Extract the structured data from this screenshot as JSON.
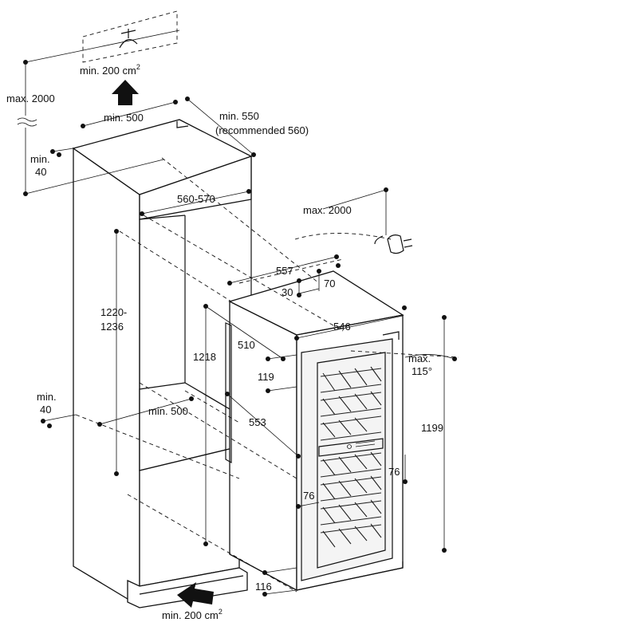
{
  "colors": {
    "line": "#111111",
    "background": "#ffffff",
    "door": "#f4f4f4"
  },
  "icons": [
    "vent-arrow-up-icon",
    "vent-arrow-in-icon",
    "power-plug-icon",
    "electrical-outlet-icon"
  ],
  "labels": {
    "vent_top": "min. 200 cm",
    "vent_bottom": "min. 200 cm",
    "sup2": "2",
    "max_2000_left": "max. 2000",
    "min_500_top": "min. 500",
    "min_550": "min. 550",
    "recommended_560": "(recommended 560)",
    "min_40_top_a": "min.",
    "min_40_top_b": "40",
    "w_560_570": "560-570",
    "max_2000_cable": "max. 2000",
    "d_557": "557",
    "d_70": "70",
    "d_30": "30",
    "h_1220_a": "1220-",
    "h_1220_b": "1236",
    "d_546": "546",
    "d_510": "510",
    "h_1218": "1218",
    "d_119": "119",
    "max_115_a": "max.",
    "max_115_b": "115°",
    "min_40_bottom_a": "min.",
    "min_40_bottom_b": "40",
    "min_500_bottom": "min. 500",
    "d_553": "553",
    "h_1199": "1199",
    "d_76_right": "76",
    "d_76_left": "76",
    "d_116": "116"
  }
}
